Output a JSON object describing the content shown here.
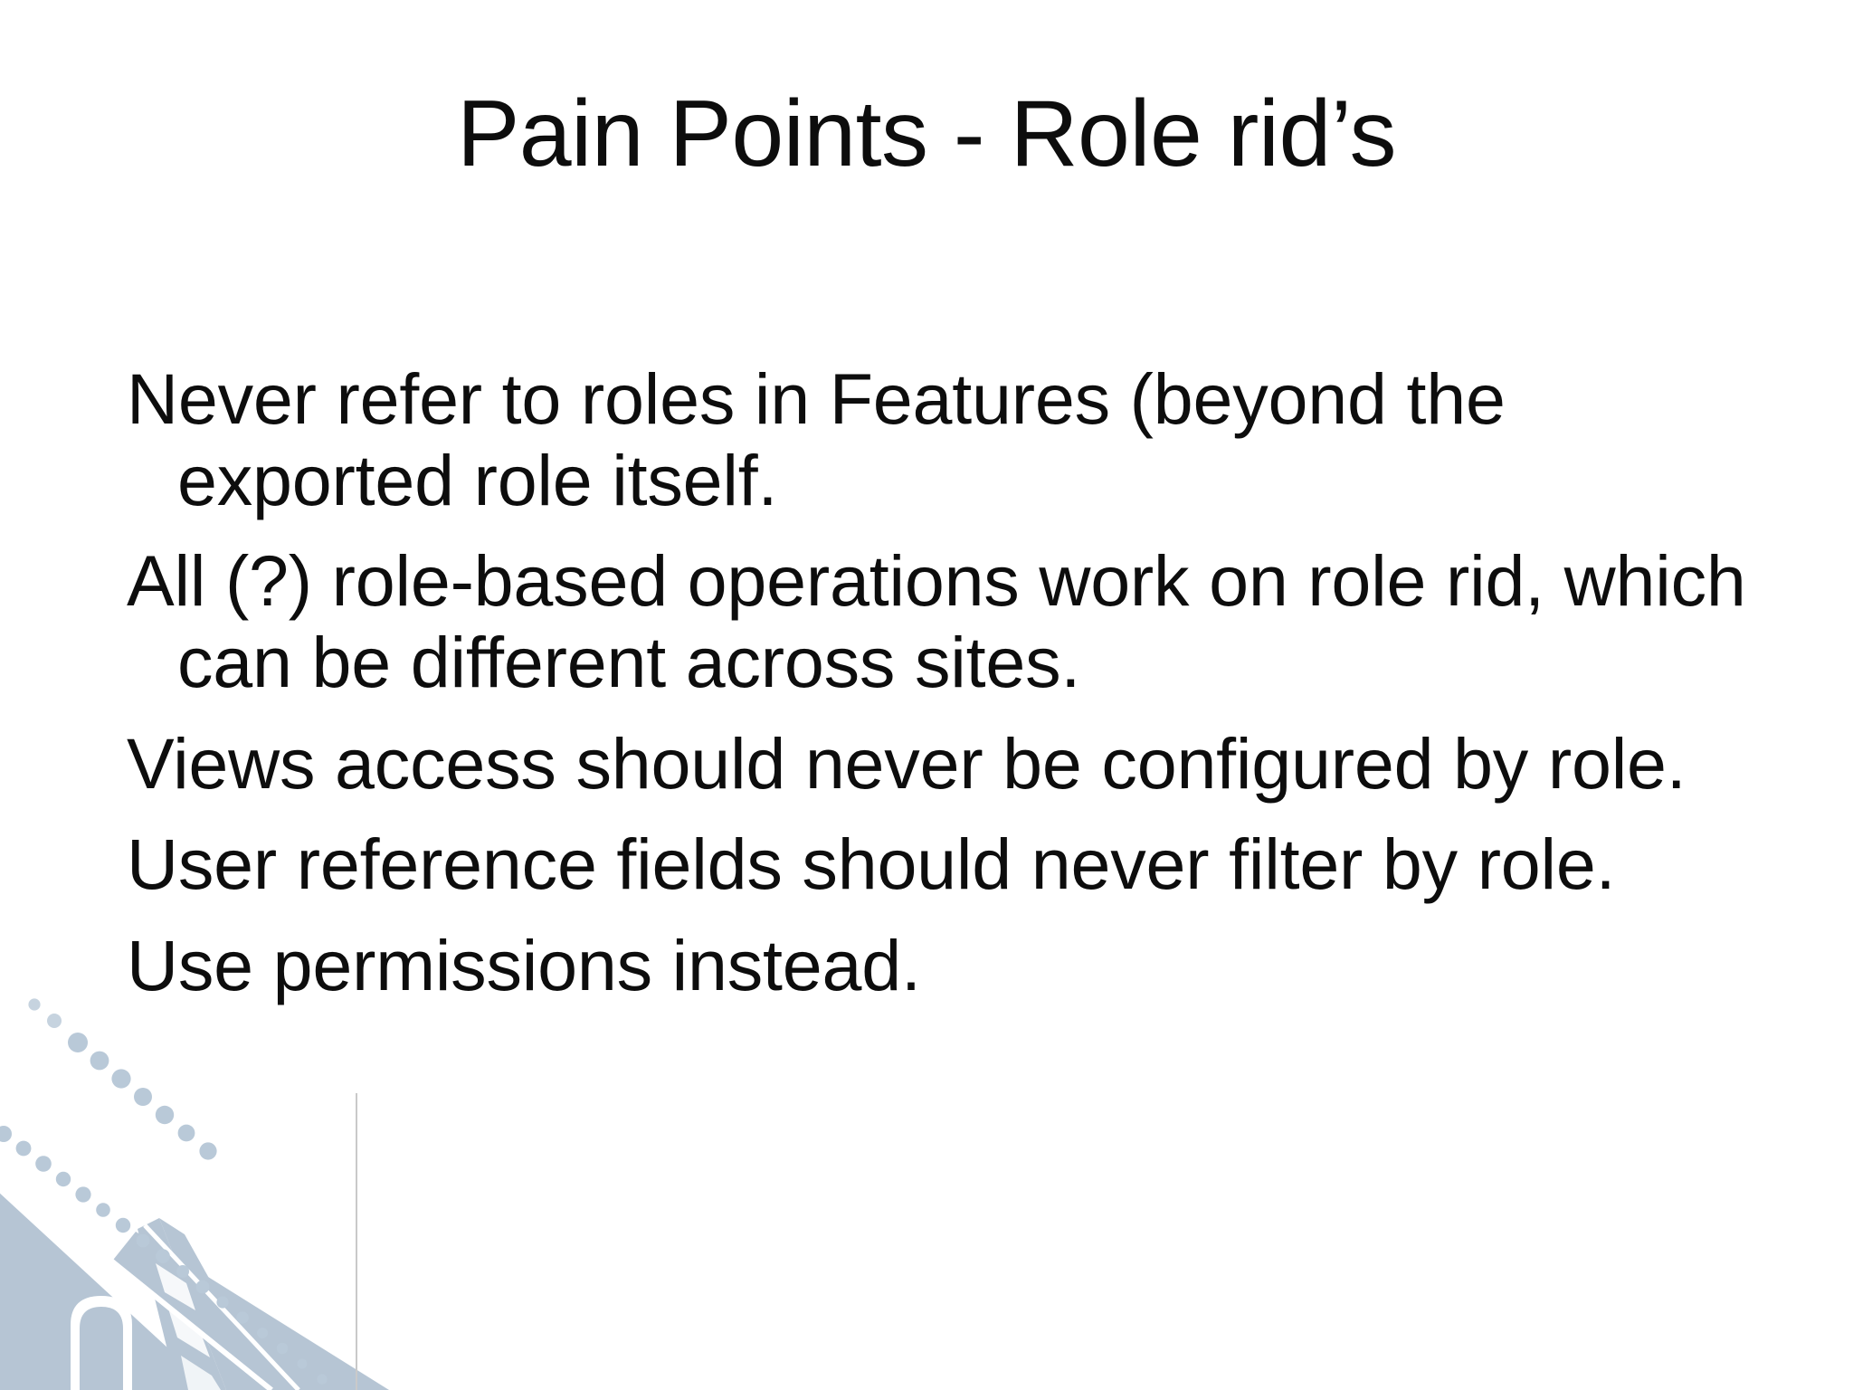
{
  "slide": {
    "title": "Pain Points - Role rid’s",
    "bullets": [
      "Never refer to roles in Features (beyond the exported role itself.",
      "All (?) role-based operations work on role rid, which can be different across sites.",
      "Views access should never be configured by role.",
      "User reference fields should never filter by role.",
      "Use permissions instead."
    ],
    "colors": {
      "background": "#ffffff",
      "text": "#0d0d0d",
      "decor_fill": "#b6c5d4",
      "decor_dot": "#b9c9d8",
      "rule": "#c9c9c9"
    },
    "decor": {
      "name": "bridge-tower-watermark",
      "description": "light blue-gray bridge and tower silhouette with diagonal dotted line"
    }
  }
}
